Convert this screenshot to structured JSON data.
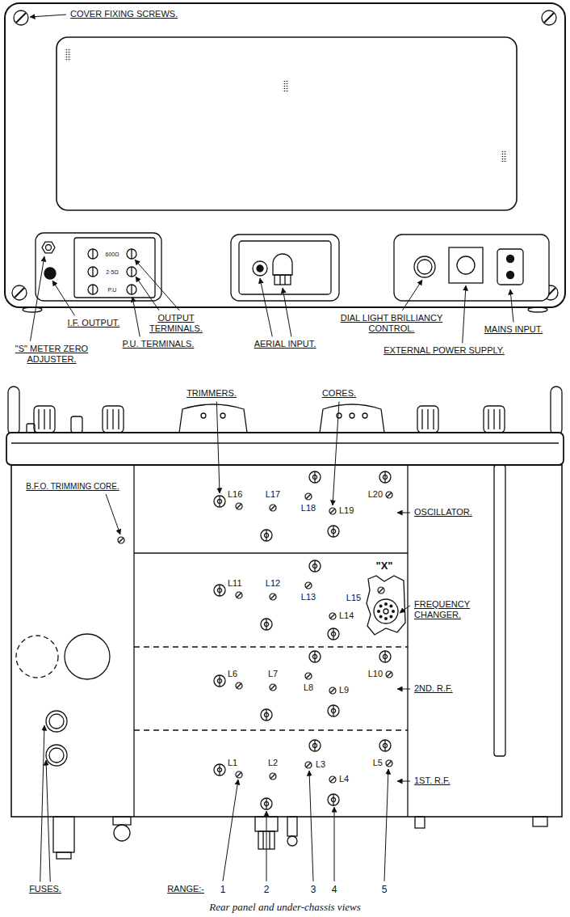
{
  "diagram": {
    "caption": "Rear panel and under-chassis views",
    "labels": [
      "COVER FIXING SCREWS.",
      "600Ω",
      "2·5Ω",
      "P.U",
      "I.F. OUTPUT.",
      "OUTPUT TERMINALS.",
      "DIAL LIGHT BRILLIANCY CONTROL.",
      "MAINS INPUT.",
      "\"S\" METER ZERO ADJUSTER.",
      "P.U. TERMINALS.",
      "AERIAL INPUT.",
      "EXTERNAL POWER SUPPLY.",
      "TRIMMERS.",
      "CORES.",
      "B.F.O. TRIMMING CORE.",
      "L16",
      "L17",
      "L18",
      "L19",
      "L20",
      "OSCILLATOR.",
      "\"X\"",
      "L11",
      "L12",
      "L13",
      "L15",
      "L14",
      "FREQUENCY CHANGER.",
      "L6",
      "L7",
      "L8",
      "L9",
      "L10",
      "2ND. R.F.",
      "L1",
      "L2",
      "L3",
      "L4",
      "L5",
      "1ST. R.F.",
      "FUSES.",
      "RANGE:-",
      "1",
      "2",
      "3",
      "4",
      "5"
    ]
  }
}
